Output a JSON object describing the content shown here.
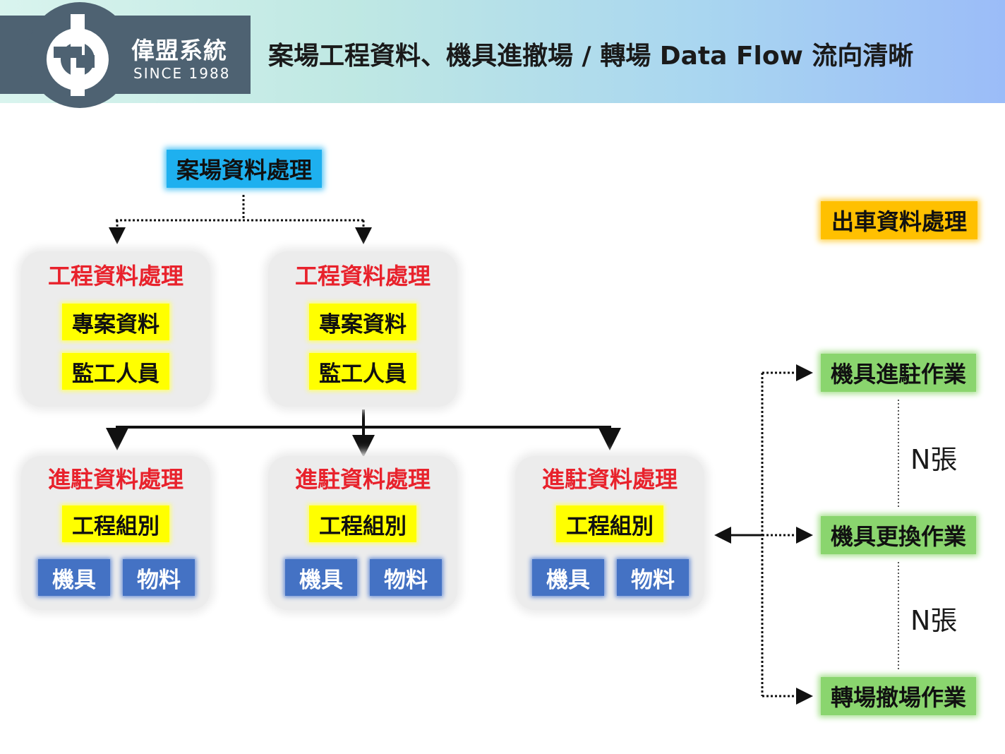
{
  "header": {
    "company_name": "偉盟系統",
    "since": "SINCE 1988",
    "title": "案場工程資料、機具進撤場 / 轉場 Data Flow 流向清晰"
  },
  "root_node": "案場資料處理",
  "dispatch_node": "出車資料處理",
  "engineering_panels": [
    {
      "title": "工程資料處理",
      "items": [
        "專案資料",
        "監工人員"
      ]
    },
    {
      "title": "工程資料處理",
      "items": [
        "專案資料",
        "監工人員"
      ]
    }
  ],
  "stationing_panels": [
    {
      "title": "進駐資料處理",
      "group": "工程組別",
      "items": [
        "機具",
        "物料"
      ]
    },
    {
      "title": "進駐資料處理",
      "group": "工程組別",
      "items": [
        "機具",
        "物料"
      ]
    },
    {
      "title": "進駐資料處理",
      "group": "工程組別",
      "items": [
        "機具",
        "物料"
      ]
    }
  ],
  "operations": [
    "機具進駐作業",
    "機具更換作業",
    "轉場撤場作業"
  ],
  "cardinality_labels": [
    "N張",
    "N張"
  ],
  "colors": {
    "header_logo_bg": "#4e6272",
    "panel_title": "#e8222c",
    "yellow_tag": "#ffff00",
    "blue_tag": "#4472c4",
    "cyan_tag": "#1eb0ef",
    "orange_tag": "#ffc000",
    "green_tag": "#8ad56e",
    "panel_bg": "#ececec"
  }
}
